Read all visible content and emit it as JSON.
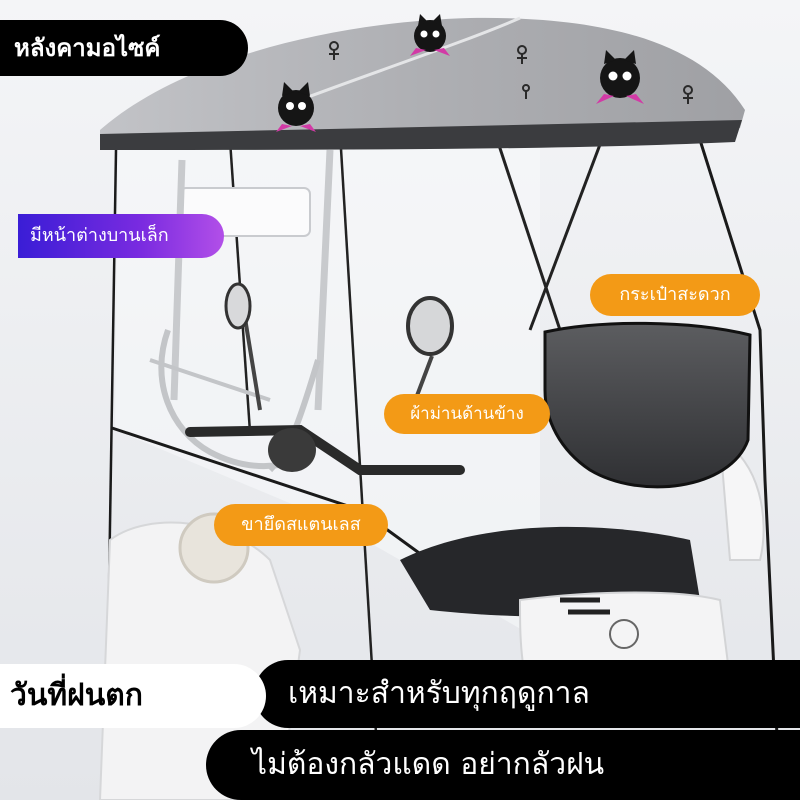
{
  "title_badge": "หลังคามอไซค์",
  "callouts": {
    "window": "มีหน้าต่างบานเล็ก",
    "bag": "กระเป๋าสะดวก",
    "curtain": "ผ้าม่านด้านข้าง",
    "frame": "ขายึดสแตนเลส"
  },
  "rainy_day": "วันที่ฝนตก",
  "banners": {
    "season": "เหมาะสำหรับทุกฤดูกาล",
    "sun_rain": "ไม่ต้องกลัวแดด อย่ากลัวฝน"
  },
  "colors": {
    "callout_orange": "#f39a16",
    "window_gradient_start": "#3a1dd6",
    "window_gradient_end": "#b24fe8",
    "banner_black": "#000000",
    "canopy_grey": "#a9aaae"
  },
  "icons": [
    "cat-face-icon",
    "stick-figure-icon"
  ]
}
